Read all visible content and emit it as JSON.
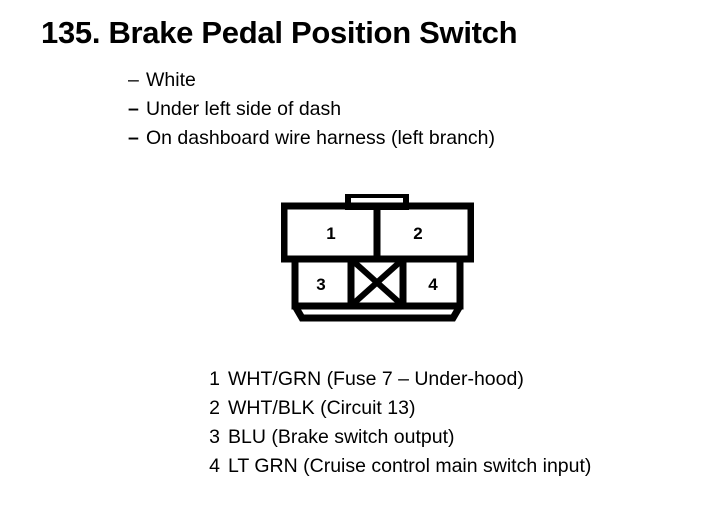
{
  "page": {
    "background_color": "#ffffff",
    "ink_color": "#000000"
  },
  "title": "135. Brake Pedal Position Switch",
  "notes": [
    {
      "dash": "–",
      "text": "White"
    },
    {
      "dash": "–",
      "text": "Under left side of dash"
    },
    {
      "dash": "–",
      "text": "On dashboard wire harness (left branch)"
    }
  ],
  "connector": {
    "label": "connector-diagram",
    "top_row": [
      {
        "pin": "1"
      },
      {
        "pin": "2"
      }
    ],
    "bottom_row": [
      {
        "pin": "3"
      },
      {
        "pin": "",
        "blocked": true,
        "marker": "x-cross"
      },
      {
        "pin": "4"
      }
    ]
  },
  "pin_legend": [
    {
      "num": "1",
      "desc": "WHT/GRN (Fuse 7 – Under-hood)"
    },
    {
      "num": "2",
      "desc": "WHT/BLK (Circuit 13)"
    },
    {
      "num": "3",
      "desc": "BLU (Brake switch output)"
    },
    {
      "num": "4",
      "desc": "LT GRN (Cruise control main switch input)"
    }
  ]
}
